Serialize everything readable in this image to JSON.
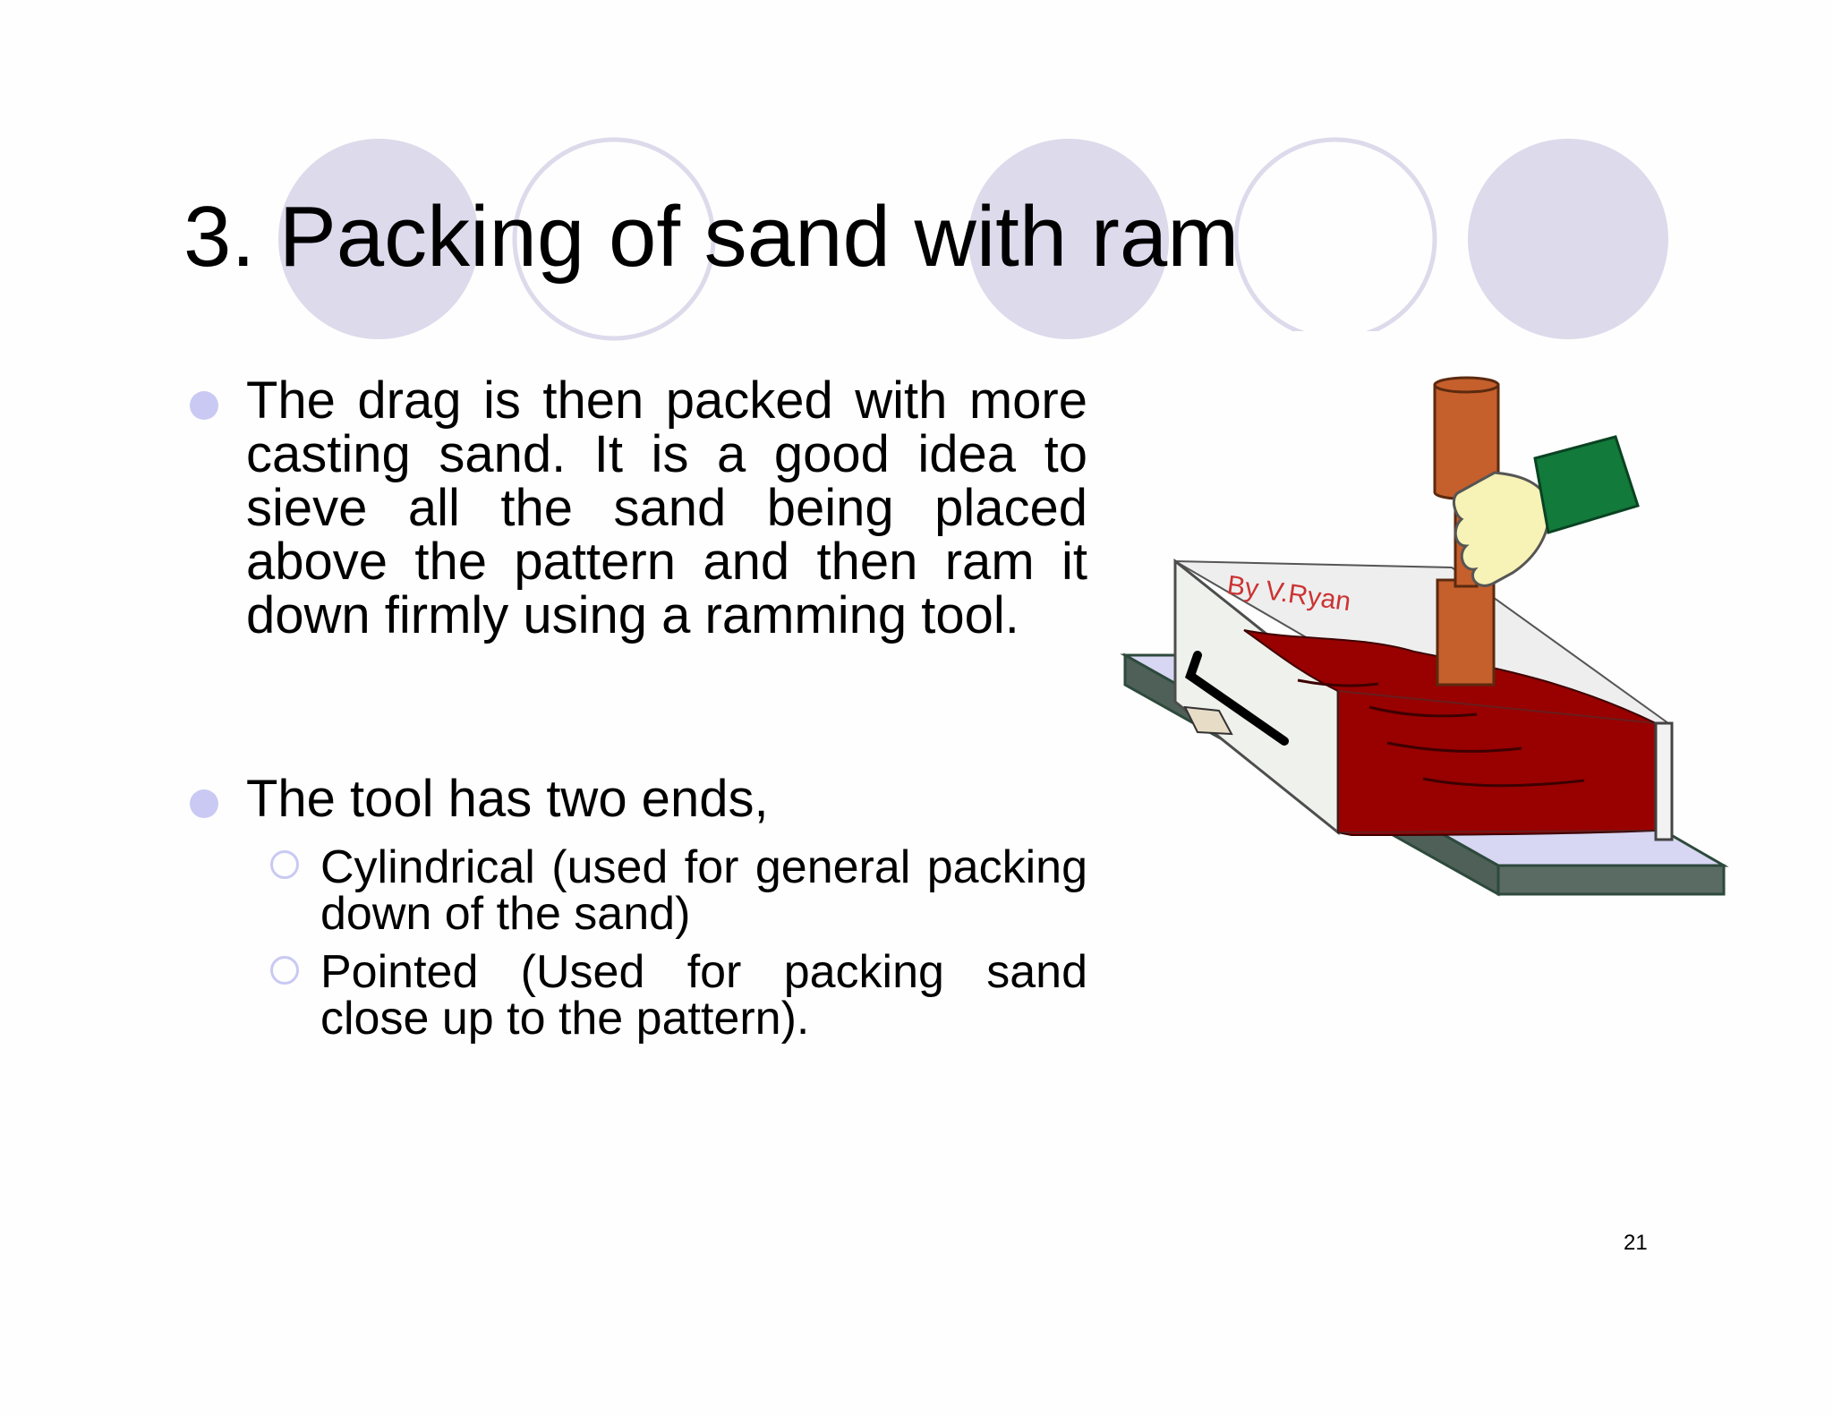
{
  "slide": {
    "title": "3. Packing of sand with ram",
    "bullets": [
      {
        "text": "The drag is then packed with more casting sand. It is a good idea to sieve all the sand being placed above the pattern and then ram it down firmly using a ramming tool."
      },
      {
        "text": "The tool has two ends,",
        "sub": [
          "Cylindrical (used for general packing down of the sand)",
          "Pointed (Used for packing sand close up to the pattern)."
        ]
      }
    ],
    "illustration": {
      "credit": "By V.Ryan"
    },
    "page_number": "21"
  },
  "colors": {
    "circle_fill": "#dcdaeb",
    "circle_outline": "#dcdaeb",
    "bullet": "#c9c9f4",
    "sand": "#990000",
    "ram_wood": "#c55f2c",
    "sleeve": "#127a3a",
    "hand": "#f7f2b5"
  }
}
